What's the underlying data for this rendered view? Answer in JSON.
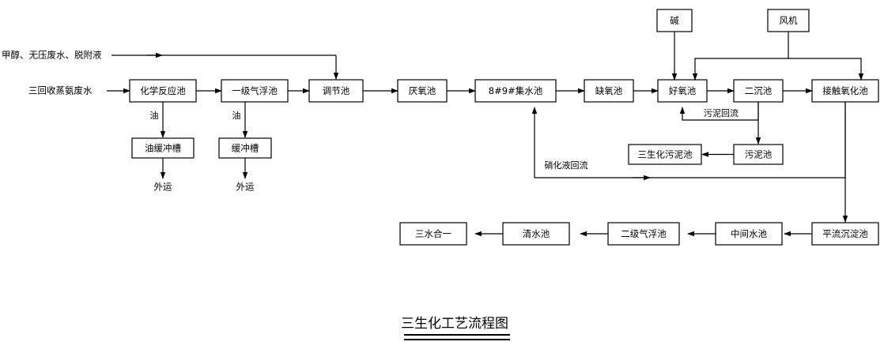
{
  "diagram": {
    "title": "三生化工艺流程图",
    "inputs": [
      {
        "id": "in-methanol",
        "label": "甲醇、无压废水、脱附液"
      },
      {
        "id": "in-ammonia",
        "label": "三回收蒸氨废水"
      }
    ],
    "nodes": [
      {
        "id": "chem-reaction",
        "label": "化学反应池"
      },
      {
        "id": "primary-flotation",
        "label": "一级气浮池"
      },
      {
        "id": "regulating-tank",
        "label": "调节池"
      },
      {
        "id": "anaerobic-tank",
        "label": "厌氧池"
      },
      {
        "id": "collection-tank",
        "label": "8#9#集水池"
      },
      {
        "id": "anoxic-tank",
        "label": "缺氧池"
      },
      {
        "id": "aerobic-tank",
        "label": "好氧池"
      },
      {
        "id": "secondary-clarifier",
        "label": "二沉池"
      },
      {
        "id": "contact-oxidation",
        "label": "接触氧化池"
      },
      {
        "id": "oil-buffer-tank",
        "label": "油缓冲槽"
      },
      {
        "id": "buffer-tank",
        "label": "缓冲槽"
      },
      {
        "id": "alkali",
        "label": "碱"
      },
      {
        "id": "blower",
        "label": "风机"
      },
      {
        "id": "sludge-tank",
        "label": "污泥池"
      },
      {
        "id": "bio-sludge-tank",
        "label": "三生化污泥池"
      },
      {
        "id": "horizontal-settler",
        "label": "平流沉淀池"
      },
      {
        "id": "intermediate-tank",
        "label": "中间水池"
      },
      {
        "id": "secondary-flotation",
        "label": "二级气浮池"
      },
      {
        "id": "clear-water-tank",
        "label": "清水池"
      },
      {
        "id": "three-water-merge",
        "label": "三水合一"
      }
    ],
    "terminals": [
      {
        "id": "outbound-1",
        "label": "外运"
      },
      {
        "id": "outbound-2",
        "label": "外运"
      }
    ],
    "edge_labels": [
      {
        "id": "oil-1",
        "label": "油"
      },
      {
        "id": "oil-2",
        "label": "油"
      },
      {
        "id": "sludge-reflux",
        "label": "污泥回流"
      },
      {
        "id": "nitrified-reflux",
        "label": "硝化液回流"
      }
    ],
    "colors": {
      "line": "#000000",
      "box_fill": "#ffffff",
      "background": "#ffffff"
    }
  }
}
